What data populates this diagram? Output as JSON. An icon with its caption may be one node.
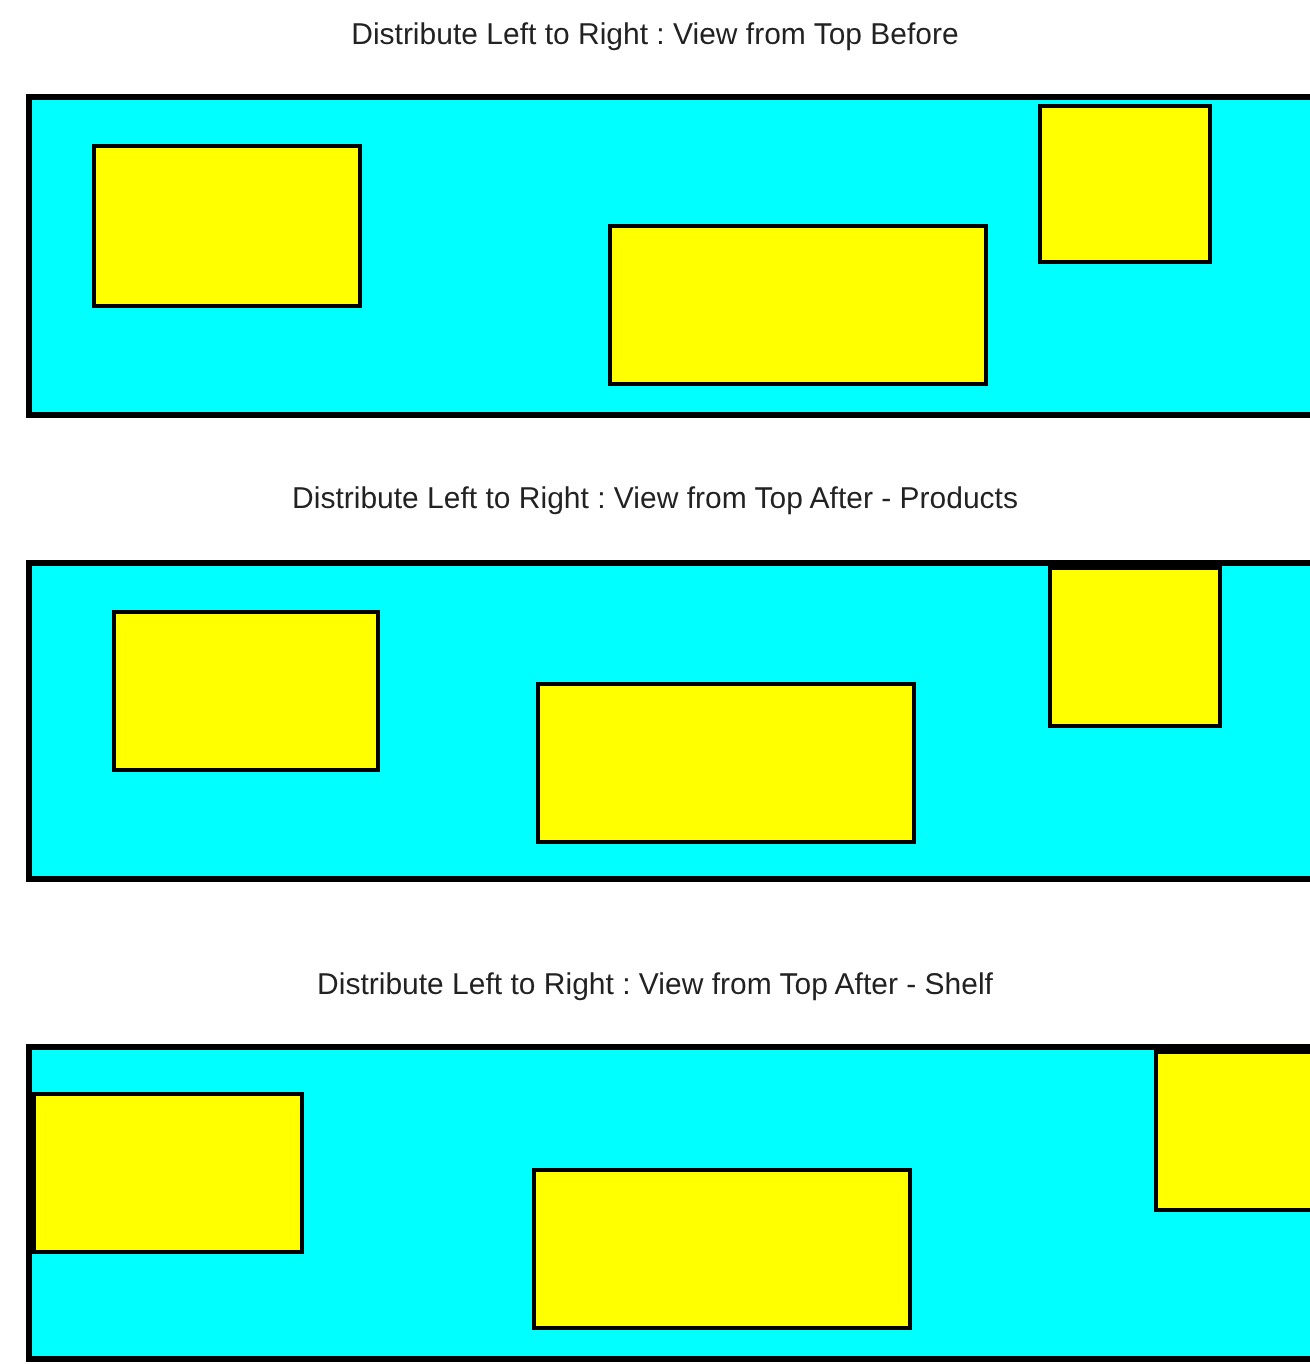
{
  "diagram": {
    "nodes": [
      {
        "text": [
          "Distribute Left to Right : View from Top Before"
        ]
      },
      {
        "text": [],
        "shape": "box",
        "in": 0
      },
      {
        "text": [],
        "shape": "box",
        "in": 0
      },
      {
        "text": [],
        "shape": "box",
        "in": 0
      },
      {
        "text": [
          "Distribute Left to Right : View from Top After - Products"
        ]
      },
      {
        "text": [],
        "shape": "box",
        "in": 4
      },
      {
        "text": [],
        "shape": "box",
        "in": 4
      },
      {
        "text": [],
        "shape": "box",
        "in": 4
      },
      {
        "text": [
          "Distribute Left to Right : View from Top After - Shelf"
        ]
      },
      {
        "text": [],
        "shape": "box",
        "in": 8
      },
      {
        "text": [],
        "shape": "box",
        "in": 8
      },
      {
        "text": [],
        "shape": "box",
        "in": 8
      }
    ]
  }
}
